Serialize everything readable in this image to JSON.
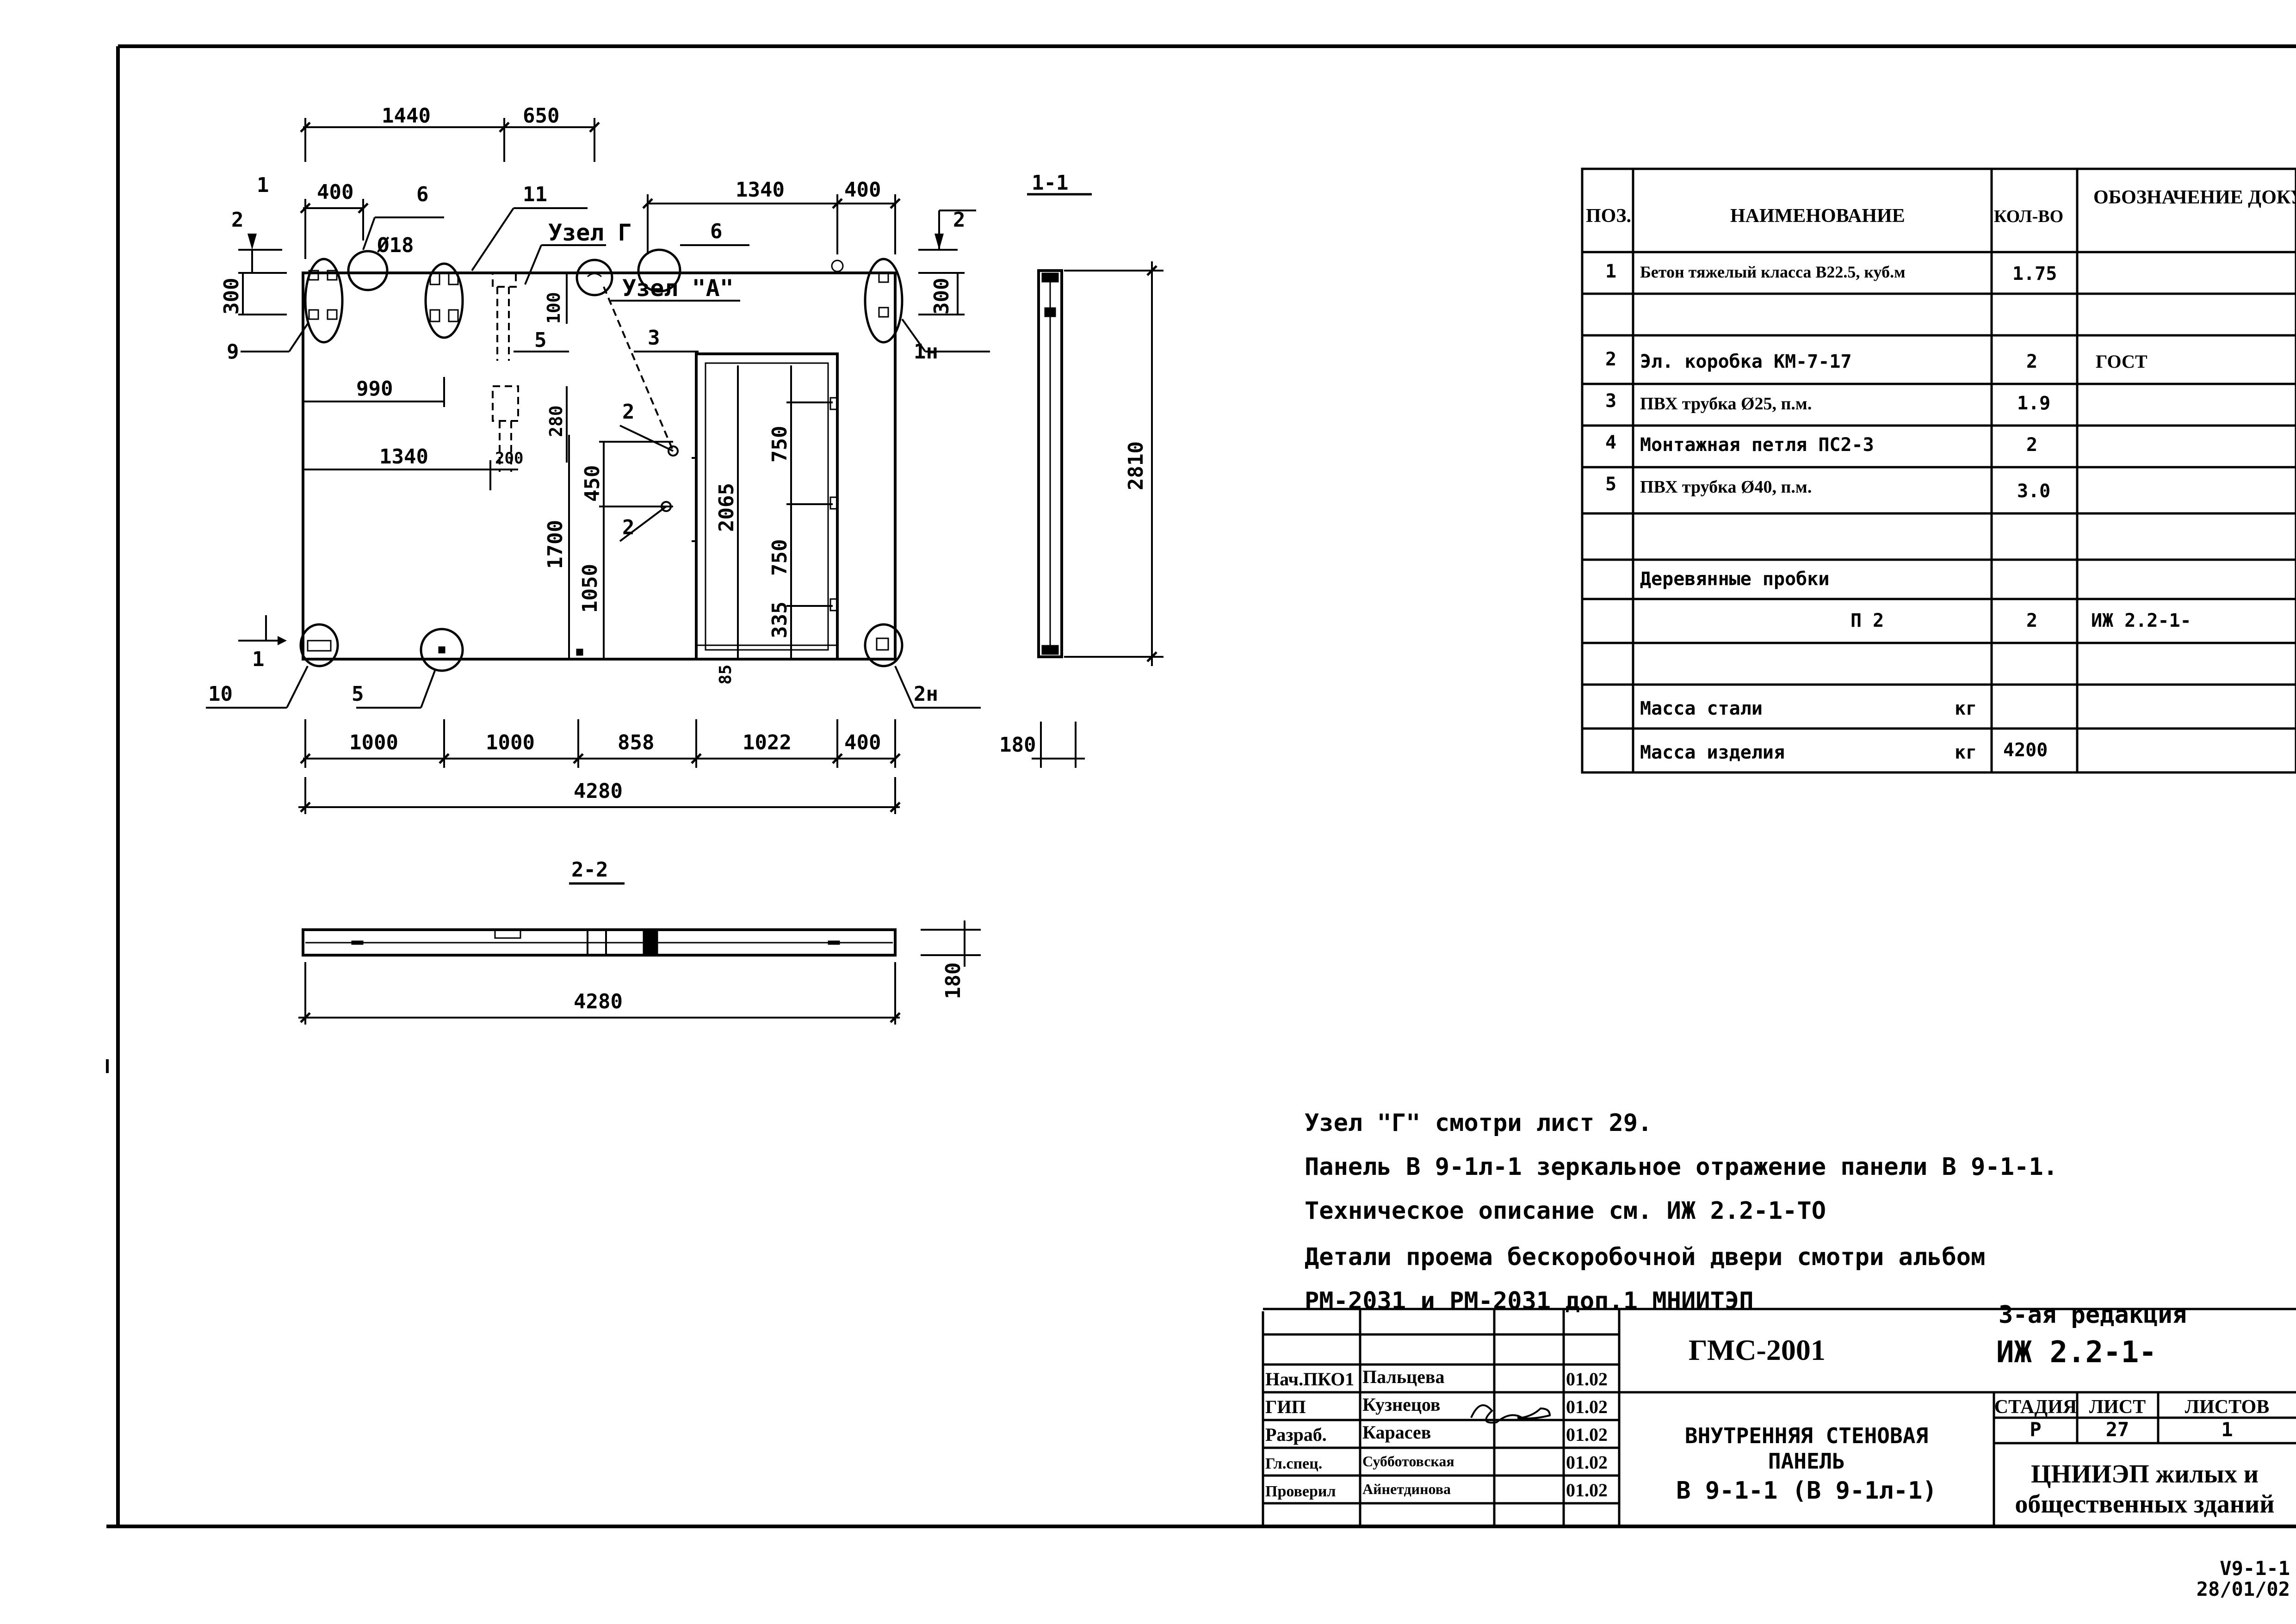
{
  "plan": {
    "dims_top": [
      "1440",
      "650",
      "400",
      "1340",
      "400"
    ],
    "dims_left": [
      "300",
      "300"
    ],
    "dims_inner": [
      "990",
      "1340",
      "200",
      "280",
      "100",
      "450",
      "1700",
      "1050",
      "2065",
      "750",
      "750",
      "335",
      "85"
    ],
    "dims_bottom": [
      "1000",
      "1000",
      "858",
      "1022",
      "400",
      "4280"
    ],
    "dim_thickness": "180",
    "callouts": [
      "1",
      "2",
      "6",
      "11",
      "Узел Г",
      "6",
      "2",
      "Ø18",
      "Узел \"А\"",
      "3",
      "5",
      "2",
      "2",
      "9",
      "1н",
      "1",
      "10",
      "5",
      "2н"
    ],
    "section_1_1": "1-1",
    "section_1_1_height": "2810",
    "section_2_2": "2-2",
    "section_2_2_length": "4280",
    "section_2_2_thickness": "180"
  },
  "spec_table": {
    "headers": [
      "ПОЗ.",
      "НАИМЕНОВАНИЕ",
      "КОЛ-ВО",
      "ОБОЗНАЧЕНИЕ ДОКУМЕНТА"
    ],
    "rows": [
      {
        "pos": "1",
        "name": "Бетон тяжелый класса В22.5, куб.м",
        "qty": "1.75",
        "doc": ""
      },
      {
        "pos": "",
        "name": "",
        "qty": "",
        "doc": ""
      },
      {
        "pos": "2",
        "name": "Эл. коробка КМ-7-17",
        "qty": "2",
        "doc": "ГОСТ"
      },
      {
        "pos": "3",
        "name": "ПВХ трубка Ø25, п.м.",
        "qty": "1.9",
        "doc": ""
      },
      {
        "pos": "4",
        "name": "Монтажная петля ПС2-3",
        "qty": "2",
        "doc": ""
      },
      {
        "pos": "5",
        "name": "ПВХ трубка Ø40, п.м.",
        "qty": "3.0",
        "doc": ""
      },
      {
        "pos": "",
        "name": "",
        "qty": "",
        "doc": ""
      },
      {
        "pos": "",
        "name": "Деревянные пробки",
        "qty": "",
        "doc": ""
      },
      {
        "pos": "",
        "name": "П 2",
        "qty": "2",
        "doc": "ИЖ 2.2-1-"
      },
      {
        "pos": "",
        "name": "",
        "qty": "",
        "doc": ""
      },
      {
        "pos": "",
        "name": "Масса стали",
        "unit": "кг",
        "qty": "",
        "doc": ""
      },
      {
        "pos": "",
        "name": "Масса изделия",
        "unit": "кг",
        "qty": "4200",
        "doc": ""
      }
    ]
  },
  "notes": [
    "Узел \"Г\" смотри лист 29.",
    "Панель В 9-1л-1 зеркальное отражение панели В 9-1-1.",
    "Техническое описание   см.  ИЖ 2.2-1-ТО",
    "Детали проема бескоробочной двери смотри альбом",
    "РМ-2031 и РМ-2031 доп.1 МНИИТЭП"
  ],
  "edition": "3-ая редакция",
  "title_block": {
    "code": "ГМС-2001",
    "doc_number": "ИЖ 2.2-1-",
    "title_lines": [
      "ВНУТРЕННЯЯ СТЕНОВАЯ",
      "ПАНЕЛЬ",
      "В 9-1-1 (В 9-1л-1)"
    ],
    "stage_headers": [
      "СТАДИЯ",
      "ЛИСТ",
      "ЛИСТОВ"
    ],
    "stage": "Р",
    "sheet": "27",
    "sheets": "1",
    "org_lines": [
      "ЦНИИЭП жилых и",
      "общественных зданий"
    ],
    "staff": [
      {
        "role": "Нач.ПКО1",
        "name": "Пальцева",
        "date": "01.02"
      },
      {
        "role": "ГИП",
        "name": "Кузнецов",
        "date": "01.02"
      },
      {
        "role": "Разраб.",
        "name": "Карасев",
        "date": "01.02"
      },
      {
        "role": "Гл.спец.",
        "name": "Субботовская",
        "date": "01.02"
      },
      {
        "role": "Проверил",
        "name": "Айнетдинова",
        "date": "01.02"
      }
    ]
  },
  "stamp": {
    "id": "V9-1-1",
    "date": "28/01/02"
  }
}
